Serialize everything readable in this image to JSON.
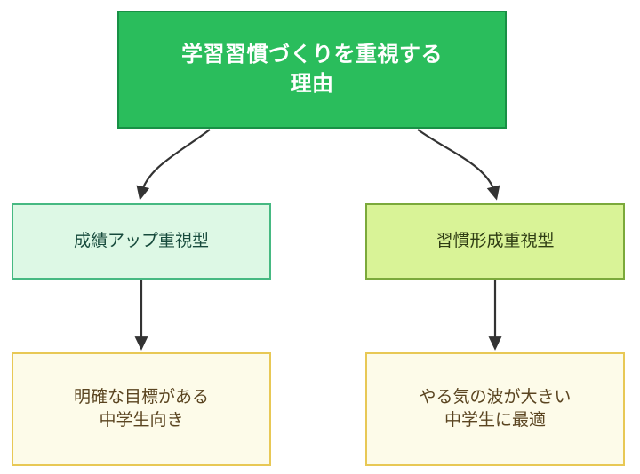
{
  "diagram": {
    "type": "flowchart",
    "orientation": "top-down",
    "background_color": "#ffffff",
    "nodes": {
      "root": {
        "text": "学習習慣づくりを重視する\n理由",
        "fill_color": "#2abd5c",
        "border_color": "#189045",
        "text_color": "#ffffff"
      },
      "branch_left": {
        "text": "成績アップ重視型",
        "fill_color": "#ddf8e5",
        "border_color": "#46b982",
        "text_color": "#164a3c"
      },
      "branch_right": {
        "text": "習慣形成重視型",
        "fill_color": "#d9f397",
        "border_color": "#7ba93b",
        "text_color": "#2f3d14"
      },
      "leaf_left": {
        "text": "明確な目標がある\n中学生向き",
        "fill_color": "#fdfbe9",
        "border_color": "#e8c855",
        "text_color": "#5a4420"
      },
      "leaf_right": {
        "text": "やる気の波が大きい\n中学生に最適",
        "fill_color": "#fdfbe9",
        "border_color": "#e8c855",
        "text_color": "#5a4420"
      }
    },
    "edges": [
      {
        "from": "root",
        "to": "branch_left",
        "style": "curved",
        "arrow": "filled-triangle",
        "color": "#333333"
      },
      {
        "from": "root",
        "to": "branch_right",
        "style": "curved",
        "arrow": "filled-triangle",
        "color": "#333333"
      },
      {
        "from": "branch_left",
        "to": "leaf_left",
        "style": "straight",
        "arrow": "filled-triangle",
        "color": "#333333"
      },
      {
        "from": "branch_right",
        "to": "leaf_right",
        "style": "straight",
        "arrow": "filled-triangle",
        "color": "#333333"
      }
    ]
  }
}
